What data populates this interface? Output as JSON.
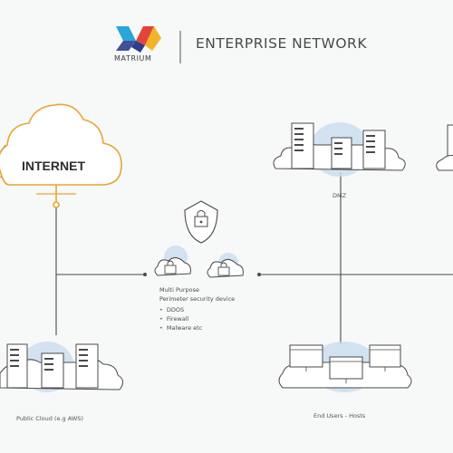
{
  "header": {
    "brand_name": "MATRIUM",
    "title": "ENTERPRISE NETWORK"
  },
  "nodes": {
    "internet": {
      "label": "INTERNET",
      "icon": "cloud-icon"
    },
    "dmz": {
      "label": "DMZ",
      "icon": "server-cloud-icon"
    },
    "public_cloud": {
      "label": "Public Cloud (e.g AWS)",
      "icon": "server-cloud-icon"
    },
    "end_users": {
      "label": "End Users - Hosts",
      "icon": "monitor-cloud-icon"
    },
    "security_device": {
      "title_line1": "Multi Purpose",
      "title_line2": "Perimeter security device",
      "features": [
        "DDOS",
        "Firewall",
        "Malware etc"
      ],
      "icon": "shield-lock-icon"
    }
  },
  "colors": {
    "internet_cloud": "#e8a530",
    "line": "#4a4a4a",
    "accent_blue": "#c9dcef",
    "logo_cyan": "#2aa6d8",
    "logo_red": "#e2453c",
    "logo_yellow": "#f2b52a",
    "logo_navy": "#2c3e8c"
  }
}
